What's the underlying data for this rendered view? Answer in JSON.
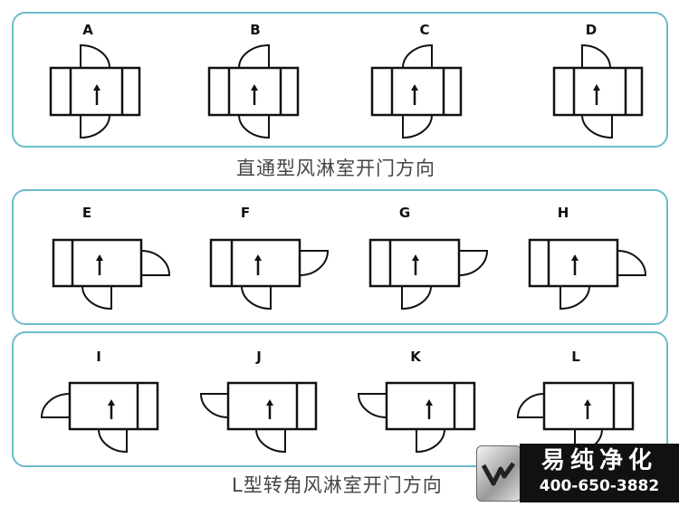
{
  "panels": [
    {
      "labels": [
        "A",
        "B",
        "C",
        "D"
      ],
      "caption": "直通型风淋室开门方向"
    },
    {
      "labels": [
        "E",
        "F",
        "G",
        "H"
      ]
    },
    {
      "labels": [
        "I",
        "J",
        "K",
        "L"
      ],
      "caption": "L型转角风淋室开门方向"
    }
  ],
  "colors": {
    "panel_border": "#6cbccb",
    "line": "#111111",
    "caption": "#444444"
  },
  "logo": {
    "name": "易纯净化",
    "phone": "400-650-3882"
  }
}
